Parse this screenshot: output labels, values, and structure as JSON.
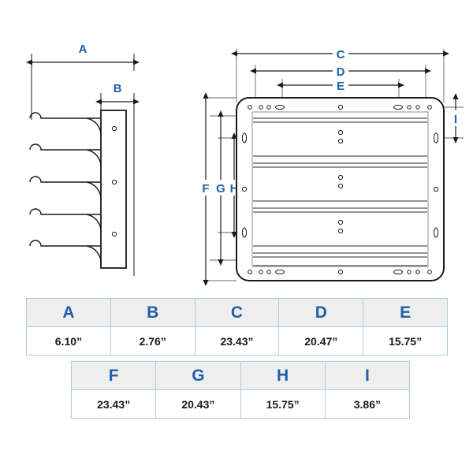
{
  "document": {
    "type": "technical-dimension-drawing",
    "title": "Shutter / Louver Vent Dimension Drawing"
  },
  "drawings": {
    "side_view": {
      "name": "side-view",
      "labels": [
        "A",
        "B"
      ],
      "blade_count": 5,
      "mount_hole_count": 3
    },
    "front_view": {
      "name": "front-view",
      "labels": [
        "C",
        "D",
        "E",
        "F",
        "G",
        "H",
        "I"
      ],
      "blade_count": 4
    }
  },
  "dimension_labels": {
    "A": "A",
    "B": "B",
    "C": "C",
    "D": "D",
    "E": "E",
    "F": "F",
    "G": "G",
    "H": "H",
    "I": "I"
  },
  "tables": {
    "top": {
      "headers": [
        "A",
        "B",
        "C",
        "D",
        "E"
      ],
      "values": [
        "6.10”",
        "2.76”",
        "23.43”",
        "20.47”",
        "15.75”"
      ]
    },
    "bottom": {
      "headers": [
        "F",
        "G",
        "H",
        "I"
      ],
      "values": [
        "23.43”",
        "20.43”",
        "15.75”",
        "3.86”"
      ]
    }
  },
  "colors": {
    "label_blue": "#1f5fa8",
    "table_border": "#a8cde4",
    "header_fill": "#eeeeee",
    "line": "#1a1a1a",
    "value_text": "#1a1a1a"
  }
}
